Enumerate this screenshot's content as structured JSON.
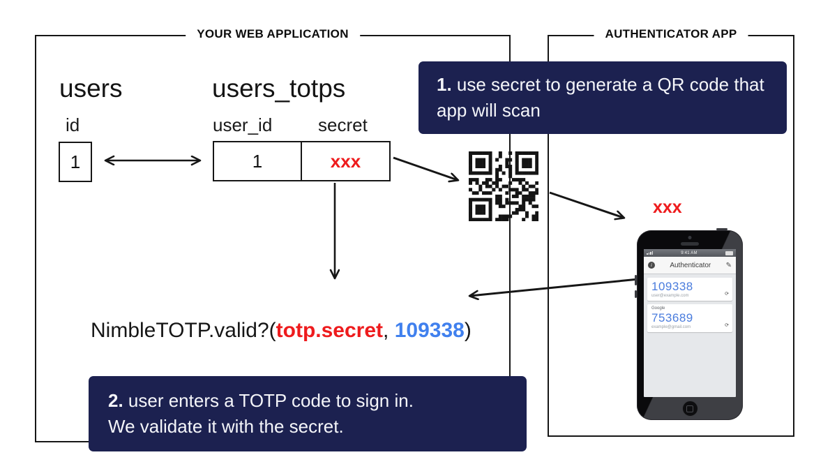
{
  "left_panel": {
    "title": "YOUR WEB APPLICATION",
    "users_table": {
      "title": "users",
      "col_id": "id",
      "row_id": "1"
    },
    "totps_table": {
      "title": "users_totps",
      "col_user_id": "user_id",
      "col_secret": "secret",
      "row_user_id": "1",
      "row_secret": "xxx"
    },
    "code_call": {
      "prefix": "NimbleTOTP.valid?(",
      "secret_arg": "totp.secret",
      "comma": ", ",
      "otp_arg": "109338",
      "close": ")"
    },
    "callout_step2": {
      "number": "2.",
      "line1_rest": " user enters a TOTP code to sign in.",
      "line2": "We validate it with the secret."
    }
  },
  "callout_step1": {
    "number": "1.",
    "text": " use secret to generate a QR code that app will scan"
  },
  "right_panel": {
    "title": "AUTHENTICATOR APP",
    "secret_value": "xxx",
    "phone": {
      "status_time": "9:41 AM",
      "nav_title": "Authenticator",
      "accounts": [
        {
          "service": "",
          "code": "109338",
          "email": "user@example.com"
        },
        {
          "service": "Google",
          "code": "753689",
          "email": "example@gmail.com"
        }
      ]
    }
  },
  "icons": {
    "info": "i",
    "edit": "✎",
    "counter": "⟳"
  },
  "colors": {
    "navy": "#1c2150",
    "red": "#ee1b1d",
    "blue": "#4080ee",
    "phone_blue": "#4a7cdd",
    "ink": "#161616"
  }
}
